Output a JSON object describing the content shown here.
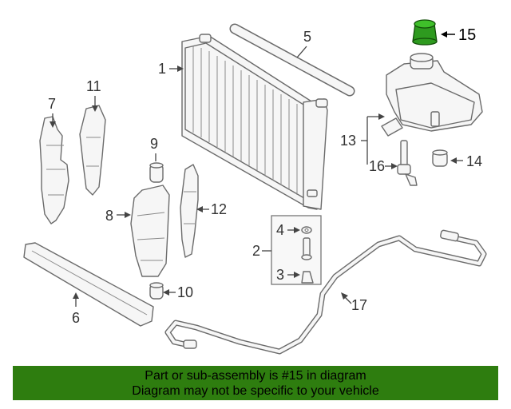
{
  "diagram": {
    "callouts": {
      "c1": "1",
      "c2": "2",
      "c3": "3",
      "c4": "4",
      "c5": "5",
      "c6": "6",
      "c7": "7",
      "c8": "8",
      "c9": "9",
      "c10": "10",
      "c11": "11",
      "c12": "12",
      "c13": "13",
      "c14": "14",
      "c15": "15",
      "c16": "16",
      "c17": "17"
    },
    "highlighted_part": "15",
    "highlight_color": "#2e9a1f"
  },
  "banner": {
    "line1": "Part or sub-assembly is #15 in diagram",
    "line2": "Diagram may not be specific to your vehicle",
    "background_color": "#2e7d0f"
  }
}
